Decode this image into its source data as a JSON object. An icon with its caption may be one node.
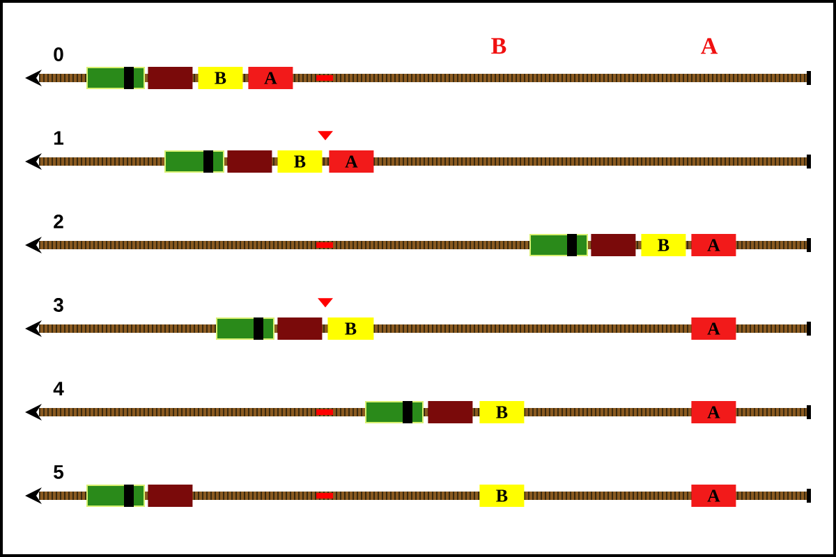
{
  "diagram": {
    "nodes": [
      {
        "text": [],
        "shape": "picture"
      },
      {
        "text": [],
        "shape": "box"
      },
      {
        "text": [
          "B"
        ]
      },
      {
        "text": [
          "A"
        ]
      },
      {
        "text": [],
        "shape": "triangle"
      },
      {
        "text": [],
        "shape": "picture"
      },
      {
        "text": [],
        "shape": "box"
      },
      {
        "text": [
          "B"
        ]
      },
      {
        "text": [
          "A"
        ]
      },
      {
        "text": [],
        "shape": "picture"
      },
      {
        "text": [],
        "shape": "box"
      },
      {
        "text": [
          "B"
        ]
      },
      {
        "text": [
          "A"
        ]
      },
      {
        "text": [],
        "shape": "triangle"
      },
      {
        "text": [],
        "shape": "picture"
      },
      {
        "text": [],
        "shape": "box"
      },
      {
        "text": [
          "B"
        ]
      },
      {
        "text": [
          "A"
        ]
      },
      {
        "text": [],
        "shape": "picture"
      },
      {
        "text": [],
        "shape": "box"
      },
      {
        "text": [
          "B"
        ]
      },
      {
        "text": [
          "A"
        ]
      },
      {
        "text": [],
        "shape": "picture"
      },
      {
        "text": [],
        "shape": "box"
      },
      {
        "text": [
          "B"
        ]
      },
      {
        "text": [
          "A"
        ]
      }
    ],
    "labels": [
      "B",
      "A",
      "0",
      "1",
      "2",
      "3",
      "4",
      "5"
    ]
  }
}
